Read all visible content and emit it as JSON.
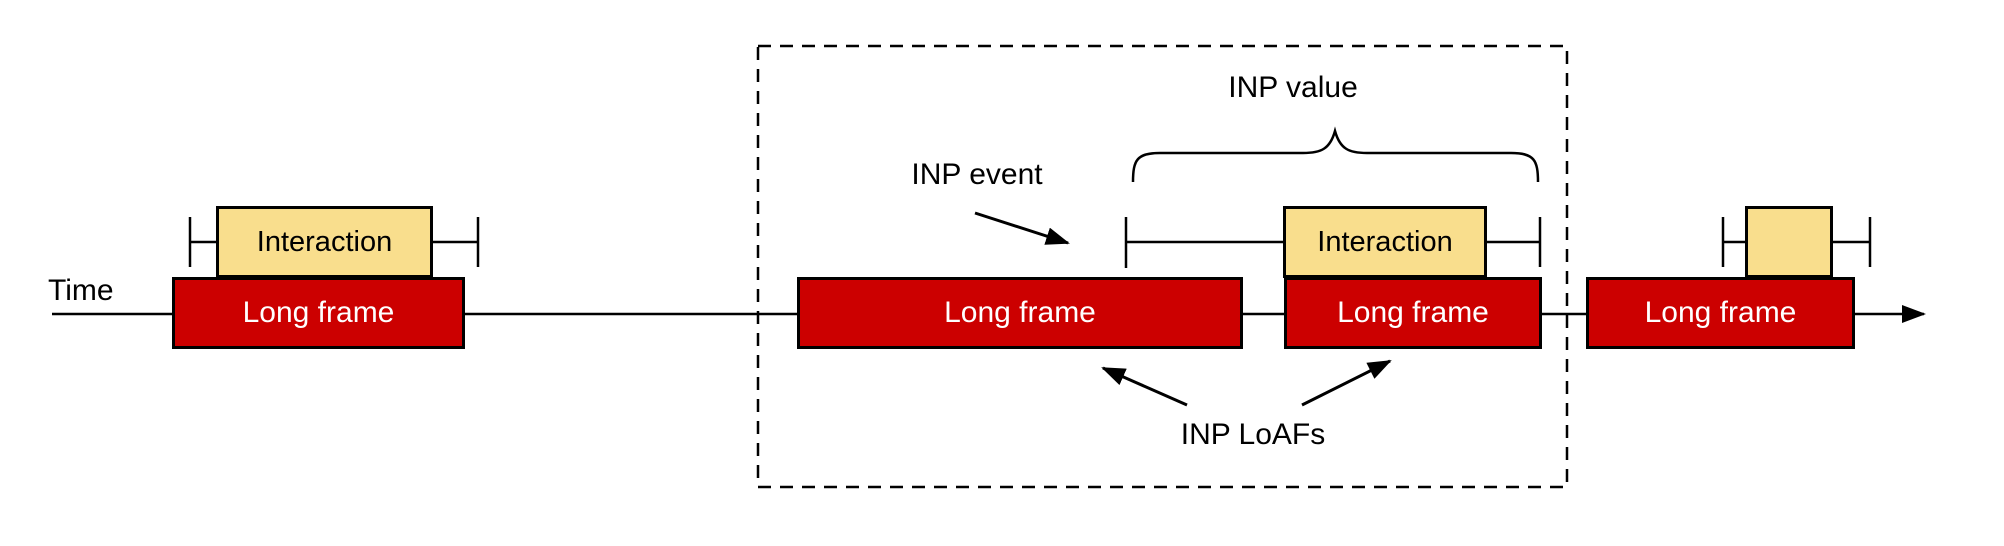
{
  "diagram": {
    "timeline": {
      "label": "Time"
    },
    "annotations": {
      "inp_event": "INP event",
      "inp_value": "INP value",
      "inp_loafs": "INP LoAFs"
    },
    "long_frames": [
      {
        "label": "Long frame"
      },
      {
        "label": "Long frame"
      },
      {
        "label": "Long frame"
      },
      {
        "label": "Long frame"
      }
    ],
    "interactions": [
      {
        "label": "Interaction"
      },
      {
        "label": "Interaction"
      },
      {
        "label": ""
      }
    ],
    "colors": {
      "long_frame_fill": "#cc0000",
      "long_frame_text": "#ffffff",
      "interaction_fill": "#f9de8d",
      "stroke": "#000000",
      "background": "#ffffff"
    }
  }
}
